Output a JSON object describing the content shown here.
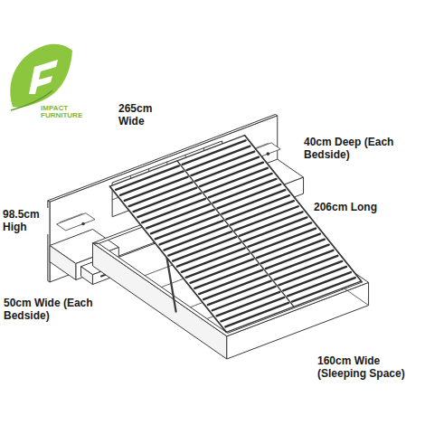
{
  "diagram": {
    "labels": [
      "265cm Wide",
      "IMPACT FURNITURE",
      "40cm Deep (Each Bedside)",
      "206cm Long",
      "98.5cm High",
      "50cm Wide (Each Bedside)",
      "160cm Wide (Sleeping Space)"
    ]
  }
}
